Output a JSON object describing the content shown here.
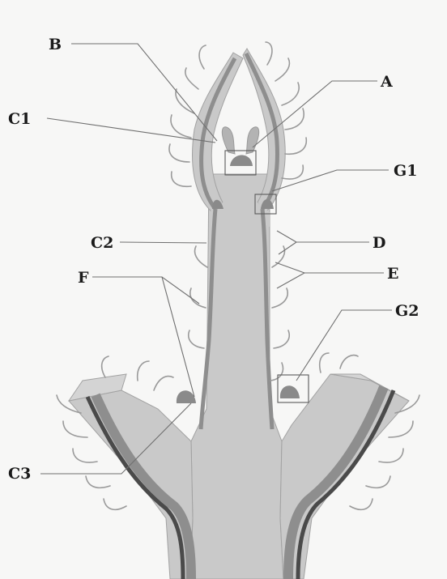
{
  "labels": {
    "A": "A",
    "B": "B",
    "C1": "C1",
    "C2": "C2",
    "C3": "C3",
    "D": "D",
    "E": "E",
    "F": "F",
    "G1": "G1",
    "G2": "G2"
  },
  "colors": {
    "tissue": "#c9c9c9",
    "tissue_dark": "#b3b3b3",
    "vascular_mid": "#8e8e8e",
    "vascular_dark": "#4a4a4a",
    "outline": "#9a9a9a",
    "background": "#f7f7f6"
  }
}
